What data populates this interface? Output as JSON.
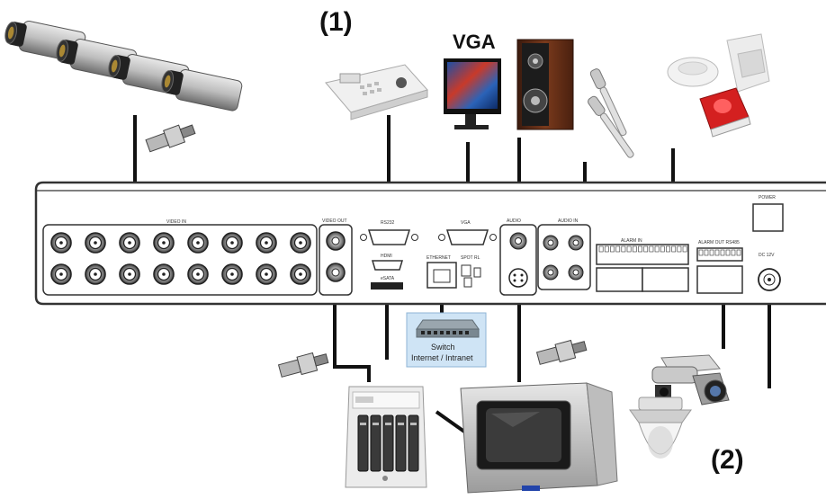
{
  "labels": {
    "marker_1": "(1)",
    "marker_2": "(2)",
    "vga": "VGA"
  },
  "switch": {
    "title": "Switch",
    "subtitle": "Internet / Intranet"
  },
  "colors": {
    "cable": "#111111",
    "panel_border": "#333333",
    "alarm_red": "#d42020",
    "switch_box": "#cfe4f5"
  },
  "devices": [
    "camera-icon",
    "bnc-connector-icon",
    "ptz-keyboard-icon",
    "vga-monitor-icon",
    "speaker-icon",
    "microphone-icon",
    "smoke-detector-icon",
    "motion-sensor-icon",
    "alarm-siren-icon",
    "network-switch-icon",
    "hard-drive-array-icon",
    "crt-monitor-icon",
    "ptz-camera-icon",
    "dome-camera-icon"
  ]
}
